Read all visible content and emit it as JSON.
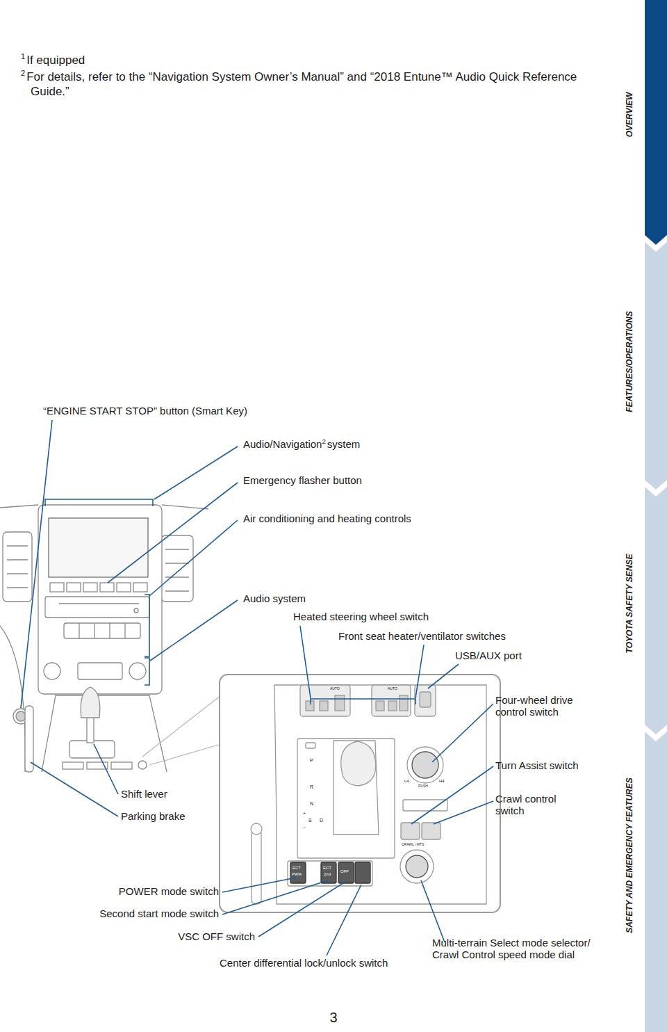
{
  "diagram": {
    "labels": [
      "1",
      "If equipped",
      "2",
      "For details, refer to the “Navigation System Owner’s Manual” and “2018 Entune™ Audio Quick Reference Guide.”",
      "OVERVIEW",
      "FEATURES/OPERATIONS",
      "TOYOTA SAFETY SENSE",
      "SAFETY AND EMERGENCY FEATURES",
      "“ENGINE START STOP” button (Smart Key)",
      "Audio/Navigation",
      "2",
      "system",
      "Emergency flasher button",
      "Air conditioning and heating controls",
      "Audio system",
      "Heated steering wheel switch",
      "Front seat heater/ventilator switches",
      "USB/AUX port",
      "Four-wheel drive control switch",
      "Turn Assist switch",
      "Crawl control switch",
      "Shift lever",
      "Parking brake",
      "POWER mode switch",
      "Second start mode switch",
      "VSC OFF switch",
      "Multi-terrain Select mode selector/ Crawl Control speed mode dial",
      "Center differential lock/unlock switch",
      "P",
      "R",
      "N",
      "D",
      "S",
      "+",
      "–",
      "AUTO",
      "AUTO",
      "L4",
      "H4",
      "PUSH",
      "CRAWL / MTS",
      "ECT",
      "PWR",
      "ECT",
      "2nd",
      "OFF",
      "3"
    ]
  }
}
